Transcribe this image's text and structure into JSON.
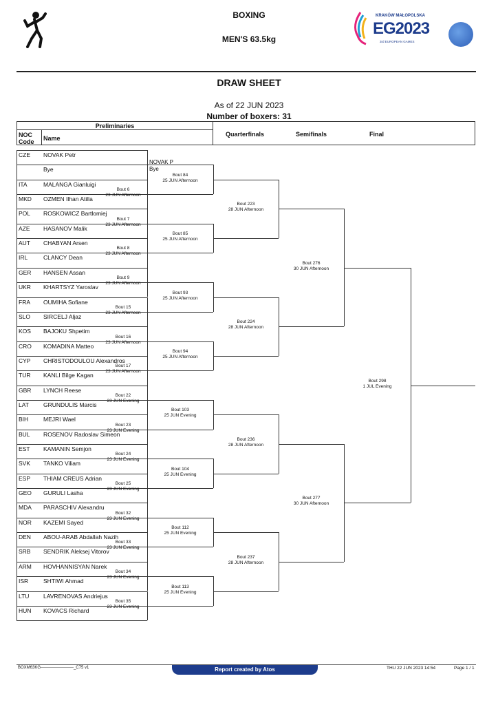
{
  "header": {
    "sport": "BOXING",
    "event": "MEN'S 63.5kg",
    "logo_eg_small": "KRAKÓW MAŁOPOLSKA",
    "logo_eg_main": "EG2023",
    "logo_eg_sub": "3rd EUROPEAN GAMES"
  },
  "title": "DRAW SHEET",
  "as_of": "As of 22 JUN 2023",
  "number_of_boxers": "Number of boxers: 31",
  "columns": {
    "preliminaries": "Preliminaries",
    "noc_code": "NOC Code",
    "name": "Name",
    "quarterfinals": "Quarterfinals",
    "semifinals": "Semifinals",
    "final": "Final"
  },
  "entries": [
    {
      "noc": "CZE",
      "name": "NOVAK Petr"
    },
    {
      "noc": "",
      "name": "Bye"
    },
    {
      "noc": "ITA",
      "name": "MALANGA Gianluigi"
    },
    {
      "noc": "MKD",
      "name": "OZMEN Ilhan Atilla"
    },
    {
      "noc": "POL",
      "name": "ROSKOWICZ Bartlomiej"
    },
    {
      "noc": "AZE",
      "name": "HASANOV Malik"
    },
    {
      "noc": "AUT",
      "name": "CHABYAN Arsen"
    },
    {
      "noc": "IRL",
      "name": "CLANCY Dean"
    },
    {
      "noc": "GER",
      "name": "HANSEN Assan"
    },
    {
      "noc": "UKR",
      "name": "KHARTSYZ Yaroslav"
    },
    {
      "noc": "FRA",
      "name": "OUMIHA Sofiane"
    },
    {
      "noc": "SLO",
      "name": "SIRCELJ Aljaz"
    },
    {
      "noc": "KOS",
      "name": "BAJOKU Shpetim"
    },
    {
      "noc": "CRO",
      "name": "KOMADINA Matteo"
    },
    {
      "noc": "CYP",
      "name": "CHRISTODOULOU Alexandros"
    },
    {
      "noc": "TUR",
      "name": "KANLI Bilge Kagan"
    },
    {
      "noc": "GBR",
      "name": "LYNCH Reese"
    },
    {
      "noc": "LAT",
      "name": "GRUNDULIS Marcis"
    },
    {
      "noc": "BIH",
      "name": "MEJRI Wael"
    },
    {
      "noc": "BUL",
      "name": "ROSENOV Radoslav Simeon"
    },
    {
      "noc": "EST",
      "name": "KAMANIN Semjon"
    },
    {
      "noc": "SVK",
      "name": "TANKO Viliam"
    },
    {
      "noc": "ESP",
      "name": "THIAM CREUS Adrian"
    },
    {
      "noc": "GEO",
      "name": "GURULI Lasha"
    },
    {
      "noc": "MDA",
      "name": "PARASCHIV Alexandru"
    },
    {
      "noc": "NOR",
      "name": "KAZEMI Sayed"
    },
    {
      "noc": "DEN",
      "name": "ABOU-ARAB Abdallah Nazih"
    },
    {
      "noc": "SRB",
      "name": "SENDRIK Aleksej Vitorov"
    },
    {
      "noc": "ARM",
      "name": "HOVHANNISYAN Narek"
    },
    {
      "noc": "ISR",
      "name": "SHTIWI Ahmad"
    },
    {
      "noc": "LTU",
      "name": "LAVRENOVAS Andriejus"
    },
    {
      "noc": "HUN",
      "name": "KOVACS Richard"
    }
  ],
  "bye_winner": {
    "name": "NOVAK P",
    "result": "Bye"
  },
  "prelim_bouts": [
    {
      "bout": "Bout 6",
      "date": "23 JUN Afternoon"
    },
    {
      "bout": "Bout 7",
      "date": "23 JUN Afternoon"
    },
    {
      "bout": "Bout 8",
      "date": "23 JUN Afternoon"
    },
    {
      "bout": "Bout 9",
      "date": "23 JUN Afternoon"
    },
    {
      "bout": "Bout 15",
      "date": "23 JUN Afternoon"
    },
    {
      "bout": "Bout 16",
      "date": "23 JUN Afternoon"
    },
    {
      "bout": "Bout 17",
      "date": "23 JUN Afternoon"
    },
    {
      "bout": "Bout 22",
      "date": "23 JUN Evening"
    },
    {
      "bout": "Bout 23",
      "date": "23 JUN Evening"
    },
    {
      "bout": "Bout 24",
      "date": "23 JUN Evening"
    },
    {
      "bout": "Bout 25",
      "date": "23 JUN Evening"
    },
    {
      "bout": "Bout 32",
      "date": "23 JUN Evening"
    },
    {
      "bout": "Bout 33",
      "date": "23 JUN Evening"
    },
    {
      "bout": "Bout 34",
      "date": "23 JUN Evening"
    },
    {
      "bout": "Bout 35",
      "date": "23 JUN Evening"
    }
  ],
  "r16_bouts": [
    {
      "bout": "Bout 84",
      "date": "25 JUN Afternoon"
    },
    {
      "bout": "Bout 85",
      "date": "25 JUN Afternoon"
    },
    {
      "bout": "Bout 93",
      "date": "25 JUN Afternoon"
    },
    {
      "bout": "Bout 94",
      "date": "25 JUN Afternoon"
    },
    {
      "bout": "Bout 103",
      "date": "25 JUN Evening"
    },
    {
      "bout": "Bout 104",
      "date": "25 JUN Evening"
    },
    {
      "bout": "Bout 112",
      "date": "25 JUN Evening"
    },
    {
      "bout": "Bout 113",
      "date": "25 JUN Evening"
    }
  ],
  "qf_bouts": [
    {
      "bout": "Bout 223",
      "date": "28 JUN Afternoon"
    },
    {
      "bout": "Bout 224",
      "date": "28 JUN Afternoon"
    },
    {
      "bout": "Bout 236",
      "date": "28 JUN Afternoon"
    },
    {
      "bout": "Bout 237",
      "date": "28 JUN Afternoon"
    }
  ],
  "sf_bouts": [
    {
      "bout": "Bout 276",
      "date": "30 JUN Afternoon"
    },
    {
      "bout": "Bout 277",
      "date": "30 JUN Afternoon"
    }
  ],
  "final_bout": {
    "bout": "Bout 298",
    "date": "1 JUL Evening"
  },
  "footer": {
    "code": "BOXM63KG------------------------_C75 v1",
    "report": "Report created by Atos",
    "datetime": "THU 22 JUN 2023 14:54",
    "page": "Page 1 / 1"
  }
}
